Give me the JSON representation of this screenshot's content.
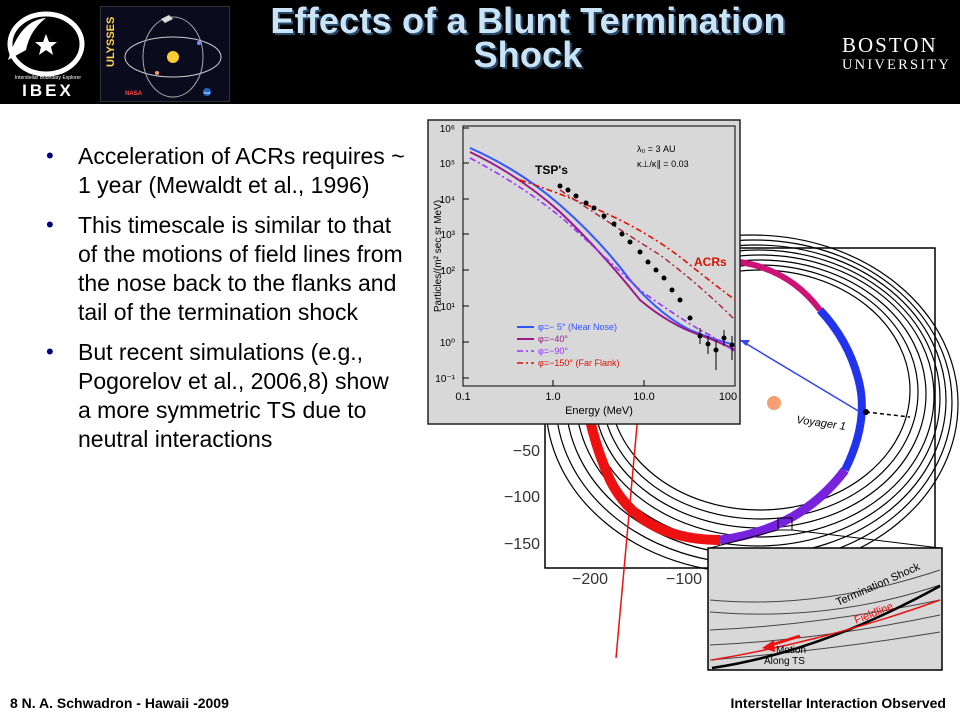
{
  "header": {
    "title_line1": "Effects of a Blunt Termination",
    "title_line2": "Shock",
    "logos": {
      "ibex_text": "IBEX",
      "ibex_small": "Interstellar Boundary Explorer",
      "ulysses_text": "ULYSSES",
      "ulysses_esa": "esa",
      "ulysses_nasa": "NASA"
    },
    "university_line1": "BOSTON",
    "university_line2": "UNIVERSITY"
  },
  "bullets": [
    "Acceleration of ACRs requires ~ 1 year (Mewaldt et al., 1996)",
    "This timescale is similar to that of the motions of field lines from the nose back to the flanks and tail of the termination shock",
    "But recent simulations (e.g., Pogorelov et al., 2006,8) show a more symmetric TS due to neutral interactions"
  ],
  "footer": {
    "left": "8 N. A. Schwadron - Hawaii -2009",
    "right": "Interstellar Interaction Observed"
  },
  "figure": {
    "back": {
      "y_ticks": [
        "−50",
        "−100",
        "−150"
      ],
      "x_ticks": [
        "−200",
        "−100"
      ],
      "voyager_label": "Voyager 1"
    },
    "inset": {
      "xlabel": "Energy (MeV)",
      "ylabel": "Particles/(m² sec sr MeV)",
      "x_ticks": [
        "0.1",
        "1.0",
        "10.0",
        "100"
      ],
      "y_ticks": [
        "10⁻¹",
        "10⁰",
        "10¹",
        "10²",
        "10³",
        "10⁴",
        "10⁵",
        "10⁶"
      ],
      "params_line1": "λ₀ = 3 AU",
      "params_line2": "κ⊥/κ∥ = 0.03",
      "tsp_label": "TSP's",
      "acr_label": "ACRs",
      "legend": [
        {
          "label": "φ=− 5°  (Near Nose)",
          "color": "#3355ff",
          "dash": ""
        },
        {
          "label": "φ=−40°",
          "color": "#9a1a8a",
          "dash": ""
        },
        {
          "label": "φ=−90°",
          "color": "#9933ff",
          "dash": "6,3,2,3"
        },
        {
          "label": "φ=−150° (Far Flank)",
          "color": "#dd1100",
          "dash": "6,3,2,3"
        }
      ]
    },
    "zoom": {
      "termination_shock": "Termination Shock",
      "fieldline": "Fieldline",
      "motion_line1": "Motion",
      "motion_line2": "Along TS"
    }
  }
}
